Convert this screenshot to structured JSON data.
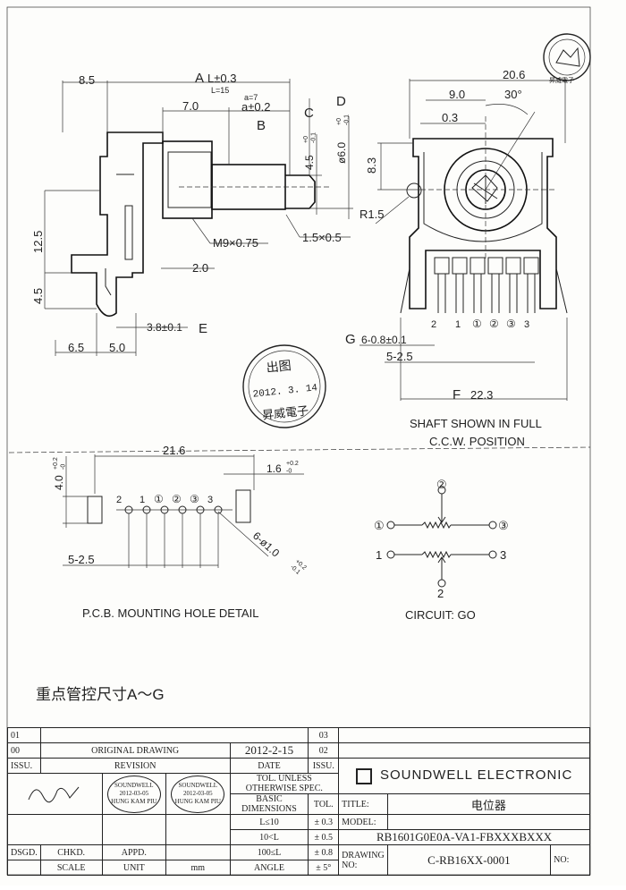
{
  "drawing": {
    "side_view": {
      "dim_8_5": "8.5",
      "dim_A": "A",
      "dim_L": "L±0.3",
      "dim_L15": "L=15",
      "dim_a7": "a=7",
      "dim_7_0": "7.0",
      "dim_a02": "a±0.2",
      "label_B": "B",
      "label_C": "C",
      "label_D": "D",
      "dim_C_val": "4.5",
      "dim_C_tol": "+0\n-0.1",
      "dim_D_val": "ø6.0",
      "dim_D_tol": "+0\n-0.1",
      "dim_12_5": "12.5",
      "dim_4_5": "4.5",
      "thread": "M9×0.75",
      "chamfer": "1.5×0.5",
      "dim_2_0": "2.0",
      "dim_E": "3.8±0.1",
      "label_E": "E",
      "dim_6_5": "6.5",
      "dim_5_0": "5.0"
    },
    "front_view": {
      "dim_20_6": "20.6",
      "dim_9_0": "9.0",
      "angle_30": "30°",
      "dim_0_3": "0.3",
      "dim_8_3": "8.3",
      "r15": "R1.5",
      "pin_labels": [
        "2",
        "1",
        "①",
        "②",
        "③",
        "3"
      ],
      "label_G": "G",
      "dim_G": "6-0.8±0.1",
      "dim_pitch": "5-2.5",
      "label_F": "F",
      "dim_F": "22.3",
      "caption_1": "SHAFT SHOWN IN FULL",
      "caption_2": "C.C.W. POSITION"
    },
    "pcb": {
      "dim_21_6": "21.6",
      "dim_4_0": "4.0",
      "dim_4_0_tol": "+0.2\n-0",
      "dim_1_6": "1.6",
      "dim_1_6_tol": "+0.2\n-0",
      "hole_labels": [
        "2",
        "1",
        "①",
        "②",
        "③",
        "3"
      ],
      "holes": "6-ø1.0",
      "holes_tol": "+0.2\n-0.1",
      "pitch": "5-2.5",
      "caption": "P.C.B. MOUNTING HOLE DETAIL"
    },
    "circuit": {
      "n1c": "①",
      "n2c": "②",
      "n3c": "③",
      "n1": "1",
      "n2": "2",
      "n3": "3",
      "caption": "CIRCUIT: GO"
    },
    "control_note": "重点管控尺寸A～G"
  },
  "stamp_center": {
    "top": "出图",
    "date": "2012. 3. 14",
    "bottom": "昇威電子"
  },
  "logo_stamp": {
    "text": "昇威電子"
  },
  "title_block": {
    "rev_01": "01",
    "rev_00": "00",
    "issu": "ISSU.",
    "original_drawing": "ORIGINAL  DRAWING",
    "revision": "REVISION",
    "orig_date": "2012-2-15",
    "date_label": "DATE",
    "rev_03": "03",
    "rev_02": "02",
    "issu2": "ISSU.",
    "tol_header": "TOL. UNLESS OTHERWISE SPEC.",
    "basic_dim": "BASIC DIMENSIONS",
    "tol": "TOL.",
    "rows": [
      {
        "dim": "L≤10",
        "tol": "± 0.3"
      },
      {
        "dim": "10<L",
        "tol": "± 0.5"
      },
      {
        "dim": "100≤L",
        "tol": "± 0.8"
      },
      {
        "dim": "ANGLE",
        "tol": "± 5°"
      }
    ],
    "dsgd": "DSGD.",
    "chkd": "CHKD.",
    "appd": "APPD.",
    "scale": "SCALE",
    "unit": "UNIT",
    "unit_val": "mm",
    "stamp1": {
      "name": "SOUNDWELL",
      "date": "2012-03-05",
      "person": "HUNG KAM PIU"
    },
    "stamp2": {
      "name": "SOUNDWELL",
      "date": "2012-03-05",
      "person": "HUNG KAM PIU"
    },
    "signature": "Signed",
    "company": "SOUNDWELL  ELECTRONIC",
    "title_label": "TITLE:",
    "title_value": "电位器",
    "model_label": "MODEL:",
    "model_value": "RB1601G0E0A-VA1-FBXXXBXXX",
    "drawing_no_label": "DRAWING NO:",
    "drawing_no_value": "C-RB16XX-0001",
    "no_label": "NO:"
  }
}
